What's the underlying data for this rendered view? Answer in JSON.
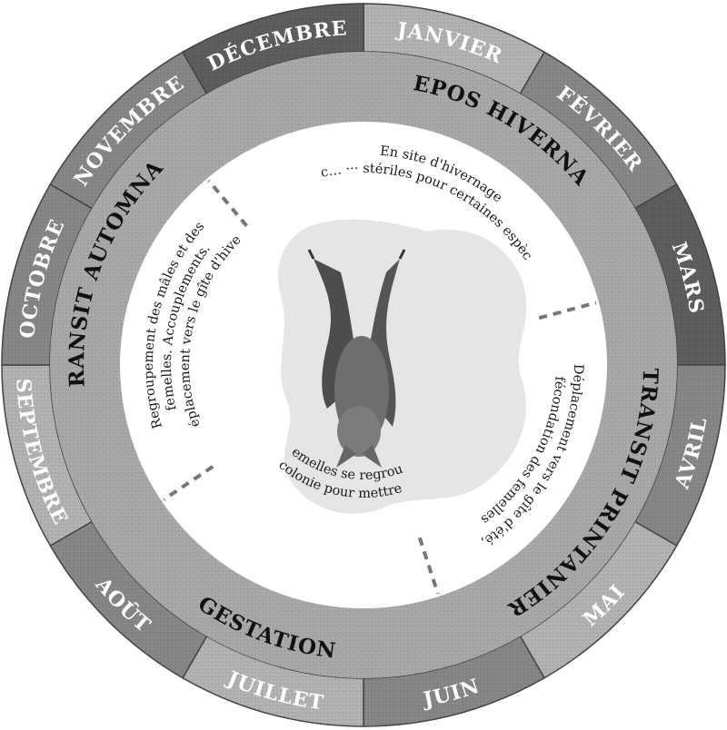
{
  "months": [
    "JANVIER",
    "FÉVRIER",
    "MARS",
    "AVRIL",
    "MAI",
    "JUIN",
    "JUILLET",
    "AOÛT",
    "SEPTEMBRE",
    "OCTOBRE",
    "NOVEMBRE",
    "DÉCEMBRE"
  ],
  "phases": {
    "winter": "REPOS HIVERNAL",
    "spring": "TRANSIT PRINTANIER",
    "gestation": "GESTATION",
    "autumn": "TRANSIT AUTOMNAL"
  },
  "descriptions": {
    "winter": [
      "En site d'hivernage",
      "Acc… ··· stériles pour certaines espèces"
    ],
    "spring": [
      "Déplacement vers le gîte d'été,",
      "fécondation des femelles"
    ],
    "gestation": [
      "Les femelles se regroupent",
      "en colonie pour mettre bas"
    ],
    "autumn": [
      "Regroupement des mâles et des",
      "femelles. Accouplements.",
      "Déplacement vers le gîte d'hiver"
    ]
  },
  "colors": {
    "month_dark": "#5e5e5e",
    "month_mid": "#878787",
    "month_light": "#b3b3b3",
    "phase_ring": "#a8a8a8",
    "inner_disc": "#ffffff",
    "divider": "#777777",
    "bat": "#4a4a4a",
    "wash": "#c9c9c9"
  }
}
